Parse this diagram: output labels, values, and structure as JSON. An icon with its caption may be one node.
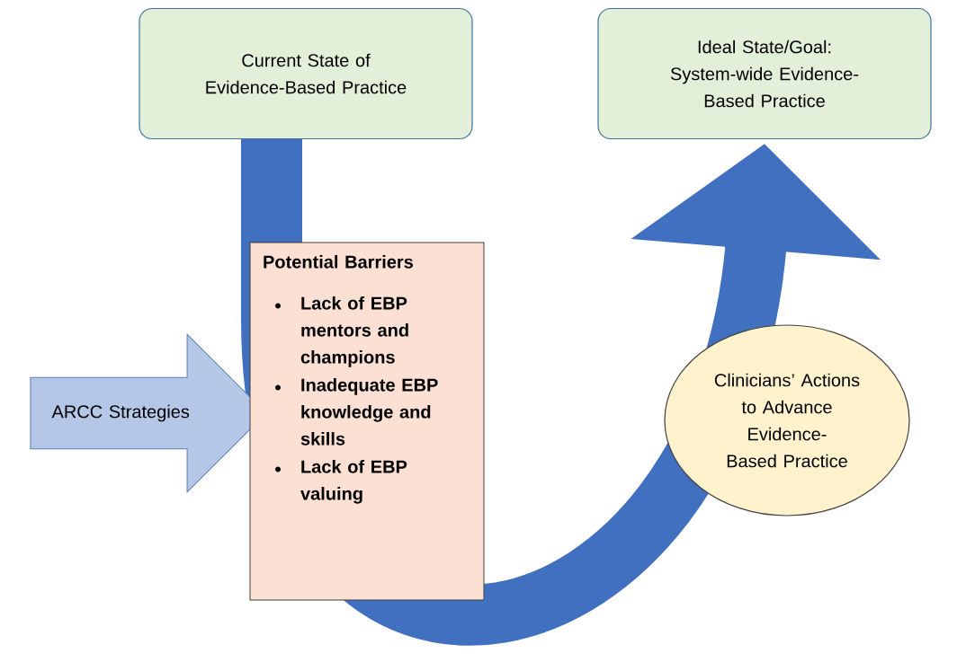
{
  "diagram": {
    "nodes": [
      {
        "text": [
          "Current State of Evidence-Based Practice"
        ]
      },
      {
        "text": [
          "Ideal State/Goal: System-wide Evidence-Based Practice"
        ]
      },
      {
        "text": [
          "ARCC Strategies"
        ]
      },
      {
        "text": [
          "Potential Barriers",
          "Lack of EBP mentors and champions",
          "Inadequate EBP knowledge and skills",
          "Lack of EBP valuing"
        ]
      },
      {
        "text": [
          "Clinicians’ Actions to Advance Evidence-Based Practice"
        ]
      },
      {
        "text": [],
        "shape": "arrow"
      }
    ]
  }
}
